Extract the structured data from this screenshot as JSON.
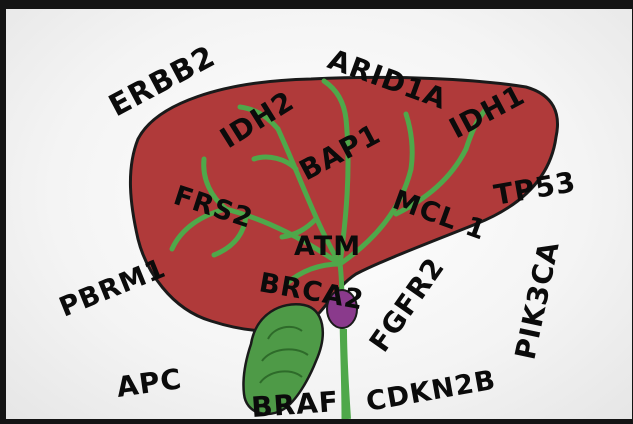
{
  "genes": {
    "erbb2": "ERBB2",
    "arid1a": "ARID1A",
    "idh1": "IDH1",
    "idh2": "IDH2",
    "bap1": "BAP1",
    "frs2": "FRS2",
    "mcl1": "MCL 1",
    "tp53": "TP53",
    "atm": "ATM",
    "pbrm1": "PBRM1",
    "brca2": "BRCA2",
    "fgfr2": "FGFR2",
    "pik3ca": "PIK3CA",
    "apc": "APC",
    "braf": "BRAF",
    "cdkn2b": "CDKN2B"
  },
  "colors": {
    "background": "#f2f2f2",
    "liver": "#b03a3a",
    "bile_ducts": "#4fa84a",
    "gallbladder": "#4e9a47",
    "pancreas_spot": "#8a3a8c",
    "outline": "#1a1a1a"
  }
}
